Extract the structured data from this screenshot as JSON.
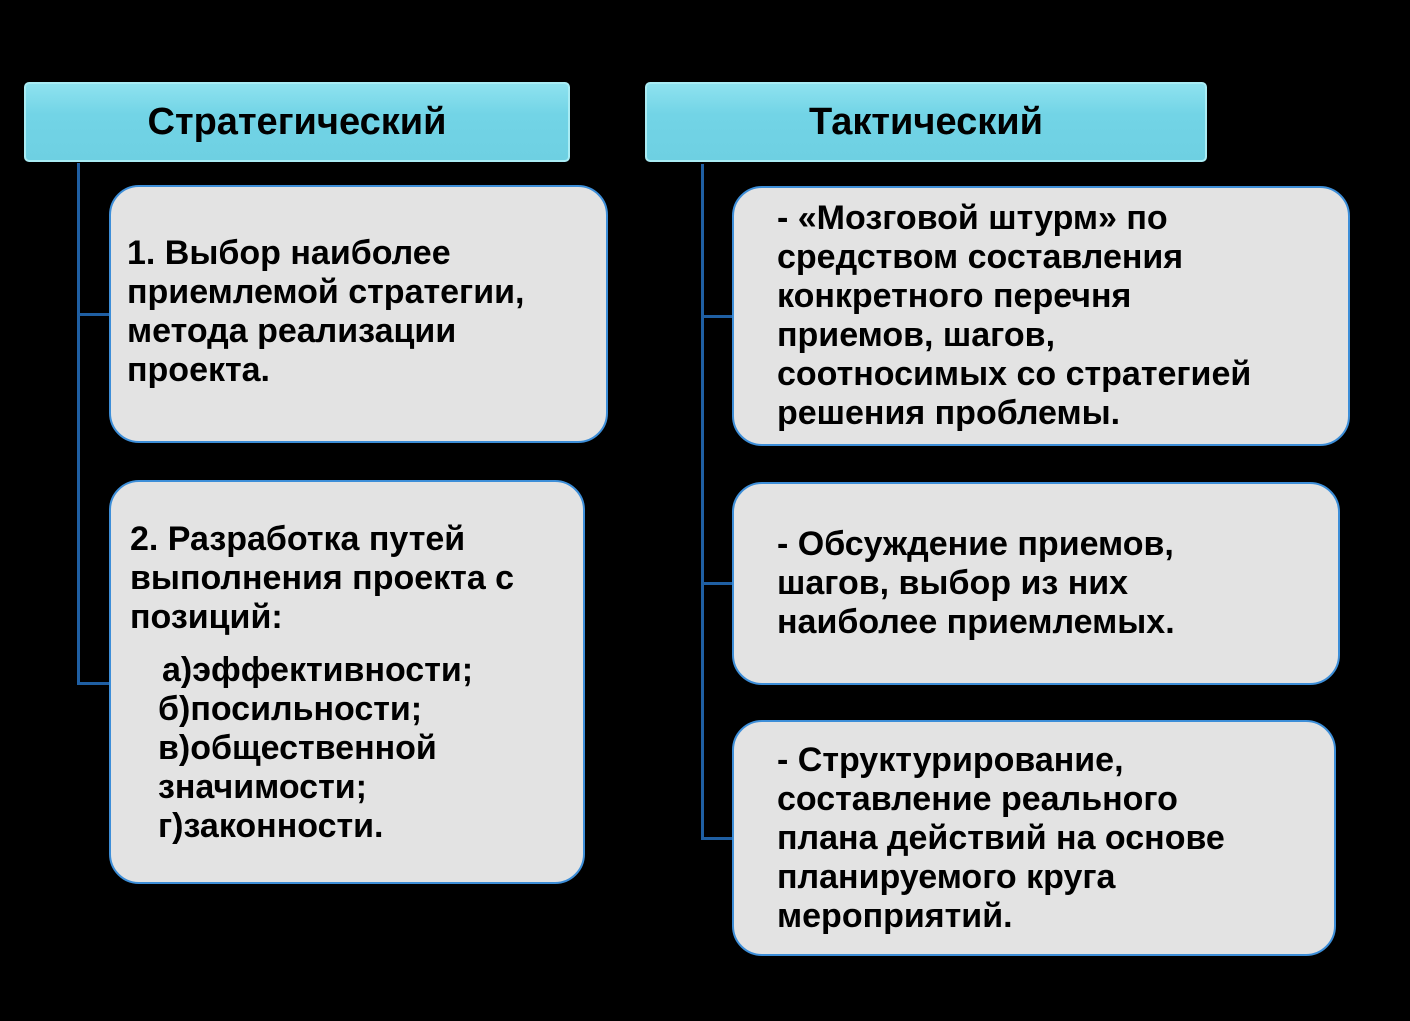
{
  "strategic": {
    "title": "Стратегический",
    "items": [
      {
        "lines": [
          "1. Выбор наиболее",
          "приемлемой стратегии,",
          "метода реализации",
          "проекта."
        ]
      },
      {
        "lines": [
          "2. Разработка путей",
          "выполнения проекта с",
          "позиций:"
        ],
        "sub": [
          "а)эффективности;",
          "б)посильности;",
          "в)общественной",
          "значимости;",
          "г)законности."
        ]
      }
    ]
  },
  "tactical": {
    "title": "Тактический",
    "items": [
      {
        "lines": [
          "- «Мозговой штурм» по",
          "средством составления",
          "конкретного перечня",
          "приемов, шагов,",
          "соотносимых со стратегией",
          "решения проблемы."
        ]
      },
      {
        "lines": [
          "- Обсуждение приемов,",
          "шагов, выбор из них",
          "наиболее приемлемых."
        ]
      },
      {
        "lines": [
          "- Структурирование,",
          "составление реального",
          "плана действий  на основе",
          "планируемого круга",
          "мероприятий."
        ]
      }
    ]
  },
  "colors": {
    "header": "#72d4e6",
    "box": "#e3e3e3",
    "border": "#3d8ed8",
    "connector": "#1f5fa3"
  }
}
